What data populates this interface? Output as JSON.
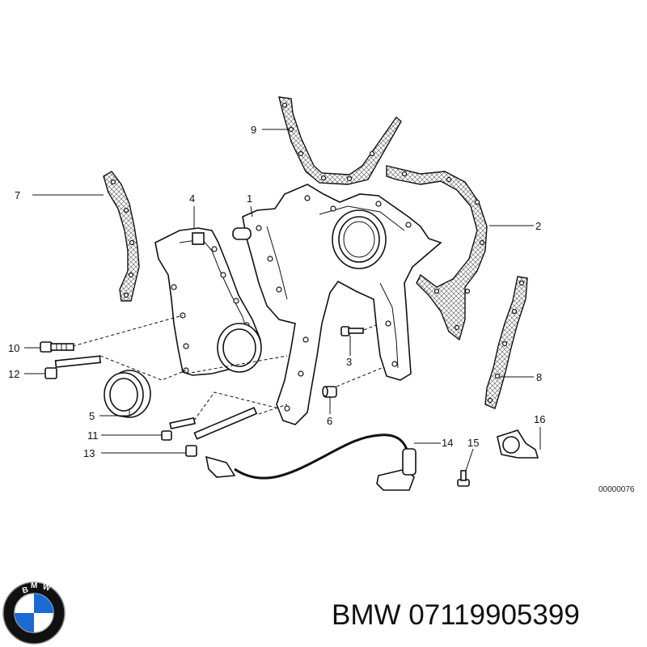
{
  "callouts": [
    "1",
    "2",
    "3",
    "4",
    "5",
    "6",
    "7",
    "8",
    "9",
    "10",
    "11",
    "12",
    "13",
    "14",
    "15",
    "16"
  ],
  "diagram_code": "00000076",
  "logo": {
    "text": "BMW",
    "colors": {
      "ring": "#111111",
      "blue": "#1c69d4",
      "white": "#ffffff"
    }
  },
  "part_title": "BMW 07119905399"
}
